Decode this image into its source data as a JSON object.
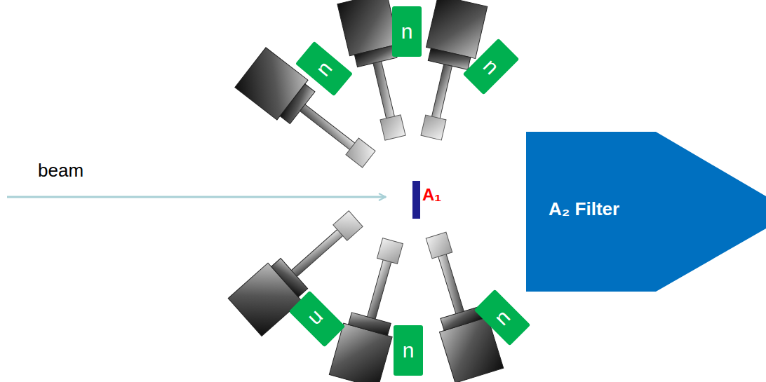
{
  "diagram": {
    "nodes": [
      {
        "text": [
          "n"
        ]
      },
      {
        "text": [
          "n"
        ]
      },
      {
        "text": [
          "n"
        ]
      },
      {
        "text": [
          "n"
        ]
      },
      {
        "text": [
          "n"
        ]
      },
      {
        "text": [
          "n"
        ]
      },
      {
        "text": [
          "A₂ Filter"
        ]
      }
    ],
    "labels": [
      "beam",
      "A₁"
    ]
  }
}
